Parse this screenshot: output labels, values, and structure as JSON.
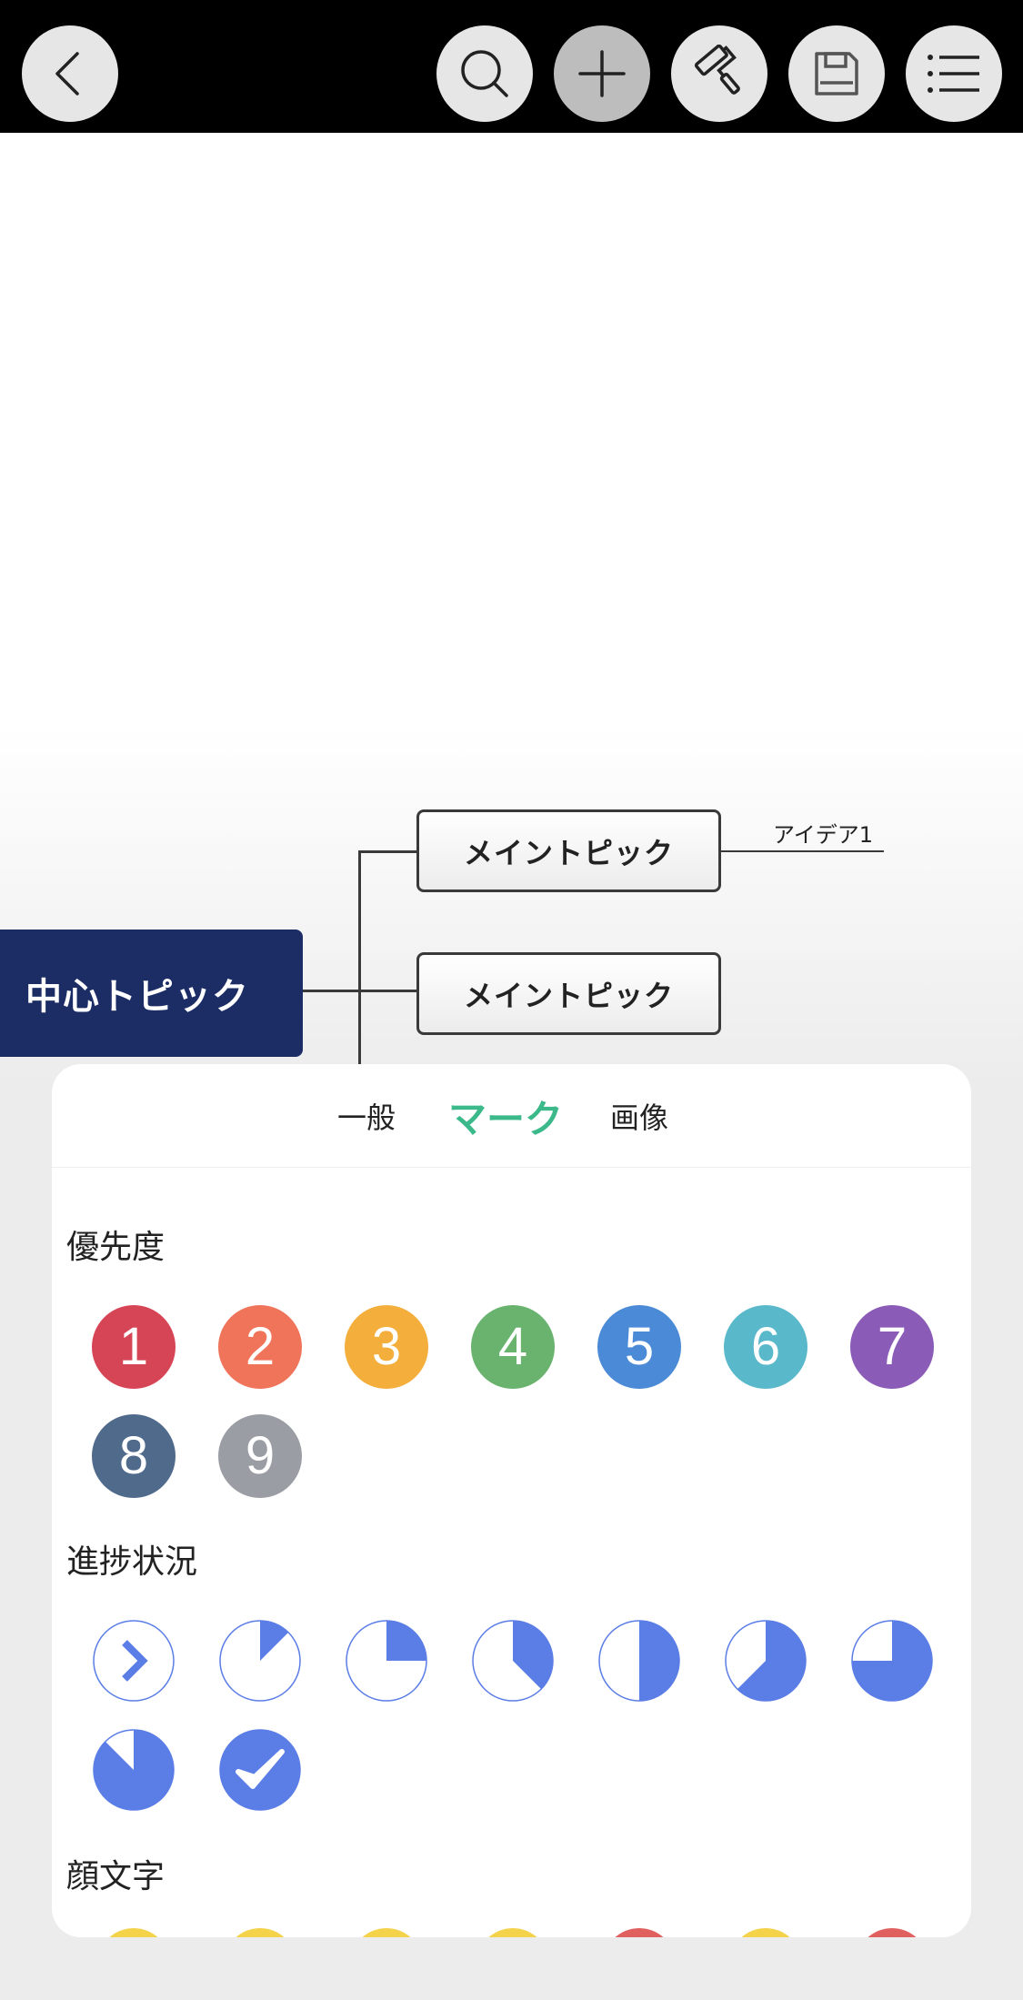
{
  "toolbar": {
    "buttons": [
      {
        "name": "back-button",
        "icon": "chevron-left-icon"
      },
      {
        "name": "search-button",
        "icon": "search-icon"
      },
      {
        "name": "add-button",
        "icon": "plus-icon",
        "active": true
      },
      {
        "name": "style-button",
        "icon": "paint-roller-icon"
      },
      {
        "name": "save-button",
        "icon": "floppy-disk-icon"
      },
      {
        "name": "menu-button",
        "icon": "list-icon"
      }
    ]
  },
  "mindmap": {
    "central_topic": "中心トピック",
    "main_topics": [
      "メイントピック",
      "メイントピック"
    ],
    "idea": "アイデア1",
    "colors": {
      "central": "#1c2d66"
    }
  },
  "panel": {
    "tabs": [
      {
        "label": "一般",
        "active": false
      },
      {
        "label": "マーク",
        "active": true
      },
      {
        "label": "画像",
        "active": false
      }
    ],
    "accent": "#3cb98a",
    "priority": {
      "title": "優先度",
      "items": [
        {
          "label": "1",
          "color": "#d64556"
        },
        {
          "label": "2",
          "color": "#ef7459"
        },
        {
          "label": "3",
          "color": "#f3ae3b"
        },
        {
          "label": "4",
          "color": "#69b36f"
        },
        {
          "label": "5",
          "color": "#4a8ad7"
        },
        {
          "label": "6",
          "color": "#5ab8cb"
        },
        {
          "label": "7",
          "color": "#8a5cb7"
        },
        {
          "label": "8",
          "color": "#506a8c"
        },
        {
          "label": "9",
          "color": "#9a9ea4"
        }
      ]
    },
    "progress": {
      "title": "進捗状況",
      "color": "#5b7de6",
      "items": [
        {
          "type": "start",
          "fraction": 0
        },
        {
          "type": "pie",
          "fraction": 0.125
        },
        {
          "type": "pie",
          "fraction": 0.25
        },
        {
          "type": "pie",
          "fraction": 0.375
        },
        {
          "type": "pie",
          "fraction": 0.5
        },
        {
          "type": "pie",
          "fraction": 0.625
        },
        {
          "type": "pie",
          "fraction": 0.75
        },
        {
          "type": "pie",
          "fraction": 0.875
        },
        {
          "type": "done",
          "fraction": 1
        }
      ]
    },
    "emoji": {
      "title": "顔文字",
      "colors": [
        "#f4d24a",
        "#f4d24a",
        "#f4d24a",
        "#f4d24a",
        "#e06060",
        "#f4d24a",
        "#e06060"
      ]
    }
  }
}
